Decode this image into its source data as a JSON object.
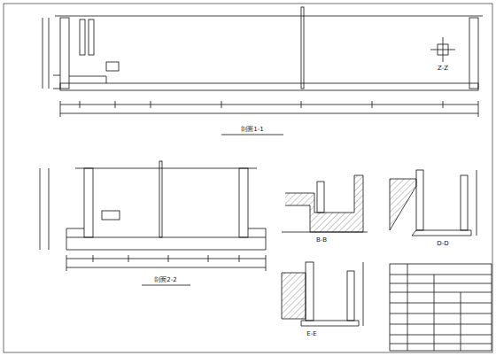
{
  "diagram": {
    "labels": [
      "剖面1-1",
      "Z-Z",
      "剖面2-2",
      "B-B",
      "D-D",
      "E-E"
    ]
  }
}
